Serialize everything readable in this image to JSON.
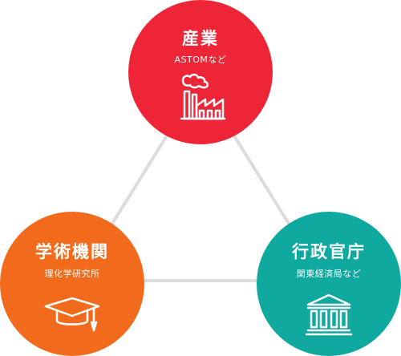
{
  "colors": {
    "industry": "#ee2537",
    "academia": "#f26b1d",
    "government": "#0fa9a0",
    "connector": "#dcdcdc",
    "text": "#ffffff"
  },
  "nodes": {
    "industry": {
      "title": "産業",
      "subtitle": "ASTOMなど",
      "icon": "factory-icon"
    },
    "academia": {
      "title": "学術機関",
      "subtitle": "理化学研究所",
      "icon": "graduation-cap-icon"
    },
    "government": {
      "title": "行政官庁",
      "subtitle": "関東経済局など",
      "icon": "government-building-icon"
    }
  }
}
